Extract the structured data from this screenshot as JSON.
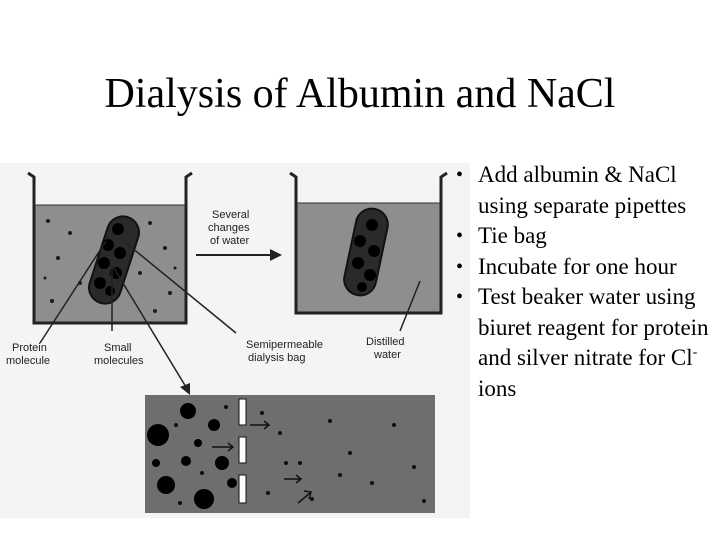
{
  "slide": {
    "title": "Dialysis of Albumin and NaCl",
    "bullets": [
      {
        "text": "Add albumin & NaCl using separate pipettes"
      },
      {
        "text": "Tie bag"
      },
      {
        "text": "Incubate for one hour"
      },
      {
        "text_before": "Test beaker water using biuret reagent for protein and silver nitrate for Cl",
        "superscript": "-",
        "text_after": " ions"
      }
    ]
  },
  "figure": {
    "labels": {
      "several_changes": [
        "Several",
        "changes",
        "of water"
      ],
      "protein_molecule": [
        "Protein",
        "molecule"
      ],
      "small_molecules": [
        "Small",
        "molecules"
      ],
      "semipermeable_bag": [
        "Semipermeable",
        "dialysis bag"
      ],
      "distilled_water": [
        "Distilled",
        "water"
      ]
    },
    "colors": {
      "liquid": "#8e8e8e",
      "dark": "#1a1a1a",
      "paper": "#f4f4f4",
      "zoom": "#6e6e6e"
    }
  }
}
